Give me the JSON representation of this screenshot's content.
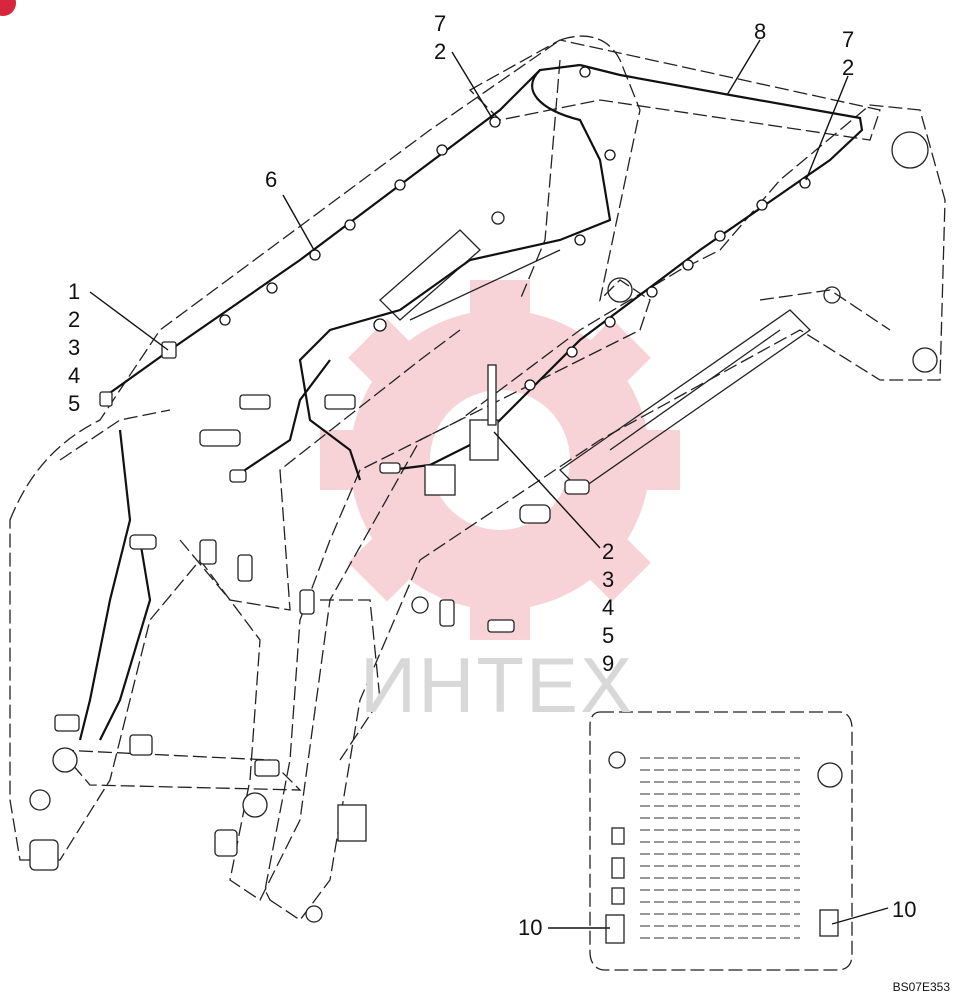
{
  "callouts": {
    "left_stack": [
      "1",
      "2",
      "3",
      "4",
      "5"
    ],
    "center_stack": [
      "2",
      "3",
      "4",
      "5",
      "9"
    ],
    "top_a": [
      "7",
      "2"
    ],
    "top_b": [
      "7",
      "2"
    ],
    "hose_harness": "8",
    "arm_harness": "6",
    "grille_left": "10",
    "grille_right": "10"
  },
  "figure_ref": "BS07E353",
  "watermark": "ИНТЕХ",
  "colors": {
    "line": "#222222",
    "watermark": "#f3b6bd",
    "badge": "#d7263d"
  }
}
